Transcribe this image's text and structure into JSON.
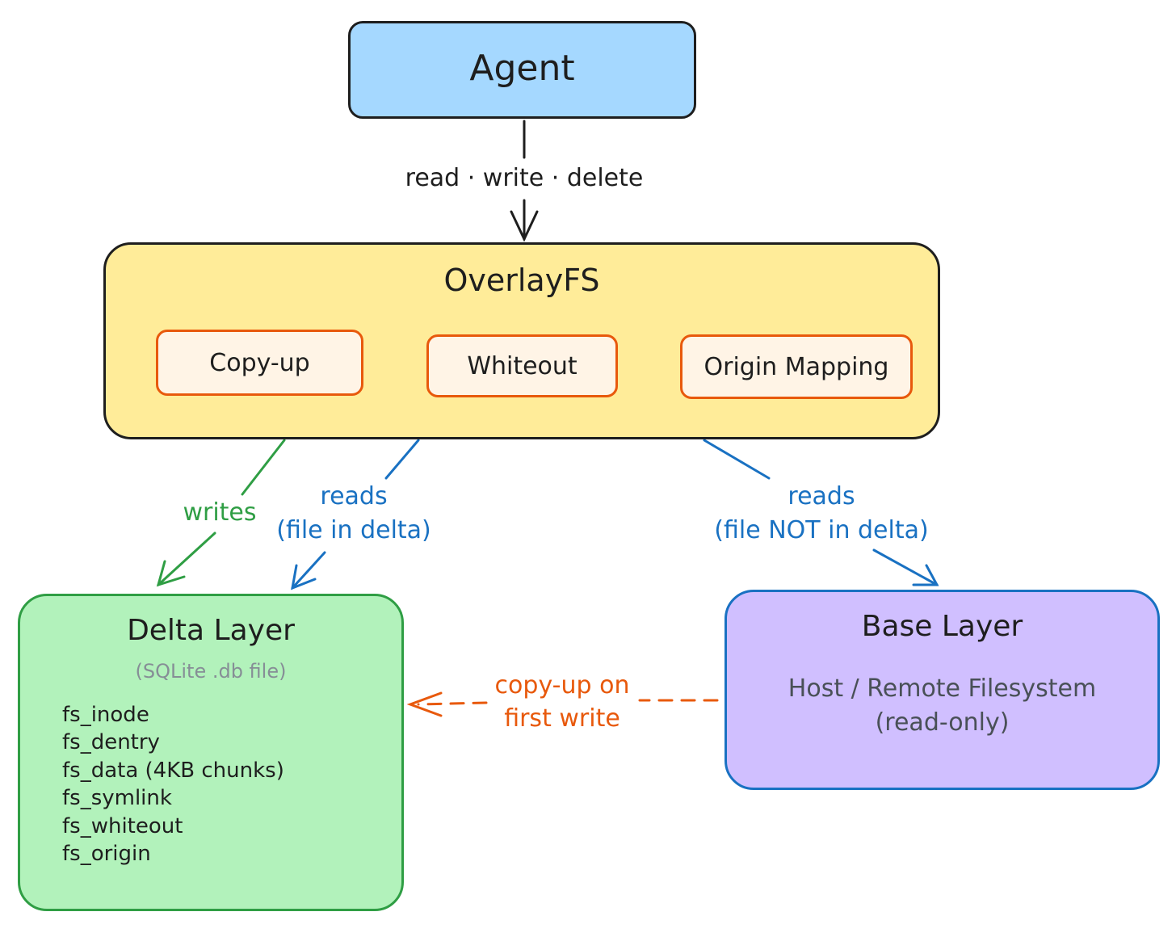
{
  "agent": {
    "title": "Agent"
  },
  "flow_label": "read · write · delete",
  "overlay": {
    "title": "OverlayFS",
    "components": [
      "Copy-up",
      "Whiteout",
      "Origin Mapping"
    ]
  },
  "edges": {
    "writes": "writes",
    "reads_delta": [
      "reads",
      "(file in delta)"
    ],
    "reads_base": [
      "reads",
      "(file NOT in delta)"
    ],
    "copy_up": [
      "copy-up on",
      "first write"
    ]
  },
  "delta": {
    "title": "Delta Layer",
    "subtitle": "(SQLite .db file)",
    "tables": [
      "fs_inode",
      "fs_dentry",
      "fs_data (4KB chunks)",
      "fs_symlink",
      "fs_whiteout",
      "fs_origin"
    ]
  },
  "base": {
    "title": "Base Layer",
    "lines": [
      "Host / Remote Filesystem",
      "(read-only)"
    ]
  },
  "colors": {
    "agent_fill": "#a5d8ff",
    "overlay_fill": "#ffec99",
    "component_fill": "#fff4e6",
    "component_stroke": "#e8590c",
    "delta_fill": "#b2f2bb",
    "delta_stroke": "#2f9e44",
    "base_fill": "#d0bfff",
    "base_stroke": "#1971c2",
    "writes": "#2f9e44",
    "reads": "#1971c2",
    "copy_up": "#e8590c"
  }
}
